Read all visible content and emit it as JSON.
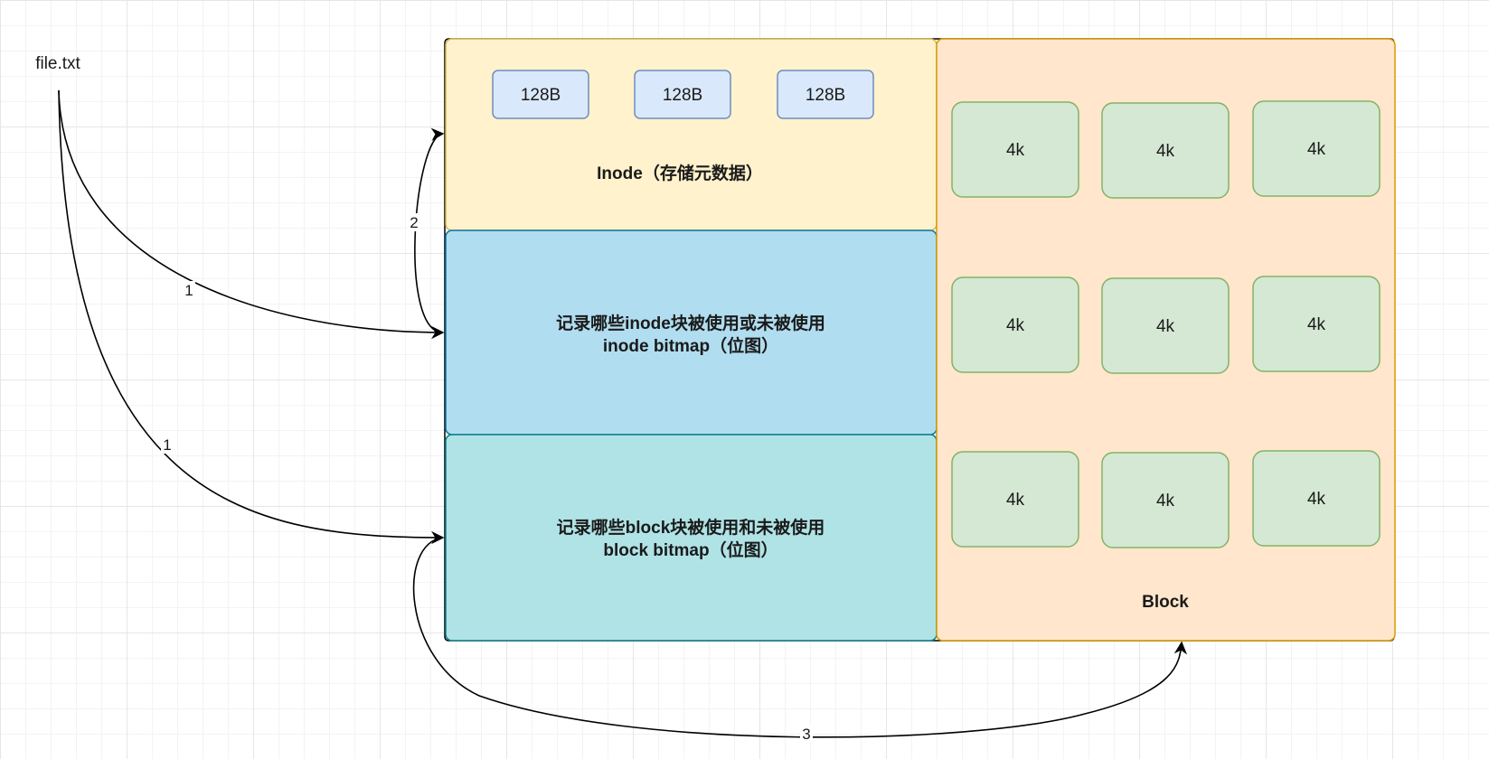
{
  "file": {
    "label": "file.txt"
  },
  "inode": {
    "title": "Inode（存储元数据）",
    "cells": [
      "128B",
      "128B",
      "128B"
    ],
    "fill": "#fff2cc",
    "stroke": "#d6b656"
  },
  "inode_bitmap": {
    "line1": "记录哪些inode块被使用或未被使用",
    "line2": "inode bitmap（位图）",
    "fill": "#b1ddf0",
    "stroke": "#10739e"
  },
  "block_bitmap": {
    "line1": "记录哪些block块被使用和未被使用",
    "line2": "block bitmap（位图）",
    "fill": "#b0e3e6",
    "stroke": "#0e8088"
  },
  "block": {
    "title": "Block",
    "cells": [
      "4k",
      "4k",
      "4k",
      "4k",
      "4k",
      "4k",
      "4k",
      "4k",
      "4k"
    ],
    "fill": "#ffe6cc",
    "stroke": "#d79b00"
  },
  "colors": {
    "inode_cell_fill": "#dae8fc",
    "inode_cell_stroke": "#6c8ebf",
    "block_cell_fill": "#d5e8d4",
    "block_cell_stroke": "#82b366"
  },
  "edges": [
    {
      "from": "file",
      "to": "inode_bitmap",
      "label": "1"
    },
    {
      "from": "file",
      "to": "block_bitmap",
      "label": "1"
    },
    {
      "from": "inode_bitmap",
      "to": "inode",
      "label": "2"
    },
    {
      "from": "block_bitmap",
      "to": "block",
      "label": "3"
    }
  ]
}
